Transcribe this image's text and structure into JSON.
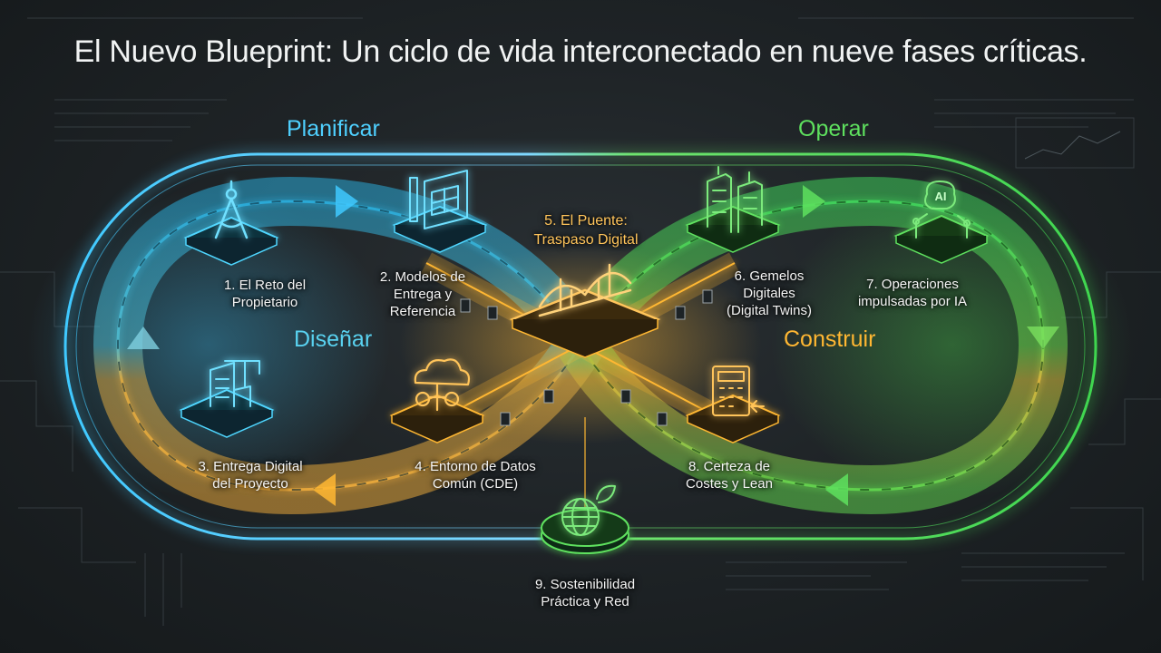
{
  "title": "El Nuevo Blueprint: Un ciclo de vida interconectado en nueve fases críticas.",
  "quadrants": {
    "planificar": "Planificar",
    "operar": "Operar",
    "disenar": "Diseñar",
    "construir": "Construir"
  },
  "phases": [
    {
      "lines": [
        "1. El Reto del",
        "Propietario"
      ],
      "icon": "drafting-compass-icon",
      "color": "#4fd6ff"
    },
    {
      "lines": [
        "2. Modelos de",
        "Entrega y",
        "Referencia"
      ],
      "icon": "blueprint-board-icon",
      "color": "#4fd6ff"
    },
    {
      "lines": [
        "3. Entrega Digital",
        "del Proyecto"
      ],
      "icon": "building-crane-icon",
      "color": "#4fd6ff"
    },
    {
      "lines": [
        "4. Entorno de Datos",
        "Común (CDE)"
      ],
      "icon": "cloud-gears-icon",
      "color": "#ffb732"
    },
    {
      "lines": [
        "5. El Puente:",
        "Traspaso Digital"
      ],
      "icon": "bridge-icon",
      "color": "#ffb732"
    },
    {
      "lines": [
        "6. Gemelos",
        "Digitales",
        "(Digital Twins)"
      ],
      "icon": "skyscrapers-icon",
      "color": "#5ee05e"
    },
    {
      "lines": [
        "7. Operaciones",
        "impulsadas por IA"
      ],
      "icon": "ai-robot-icon",
      "color": "#5ee05e"
    },
    {
      "lines": [
        "8. Certeza de",
        "Costes y Lean"
      ],
      "icon": "calculator-icon",
      "color": "#ffb732"
    },
    {
      "lines": [
        "9. Sostenibilidad",
        "Práctica y Red"
      ],
      "icon": "globe-leaf-icon",
      "color": "#5ee05e"
    }
  ],
  "ai_icon_text": "AI",
  "colors": {
    "background": "#1c2023",
    "blue": "#4fd6ff",
    "green": "#5ee05e",
    "orange": "#ffb732",
    "title": "#f1f3f3"
  }
}
